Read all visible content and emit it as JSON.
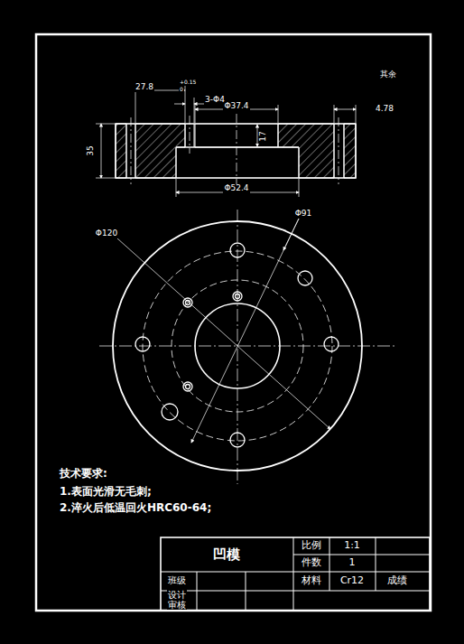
{
  "diagram": {
    "labels": [
      "其余",
      "27.8",
      "+0.15",
      "0",
      "3-Φ4",
      "Φ37.4",
      "17",
      "4.78",
      "35",
      "Φ52.4",
      "Φ120",
      "Φ91",
      "技术要求:",
      "1.表面光滑无毛刺;",
      "2.淬火后低温回火HRC60-64;",
      "凹模",
      "比例",
      "1:1",
      "件数",
      "1",
      "材料",
      "Cr12",
      "成绩",
      "班级",
      "设计",
      "审核"
    ]
  }
}
